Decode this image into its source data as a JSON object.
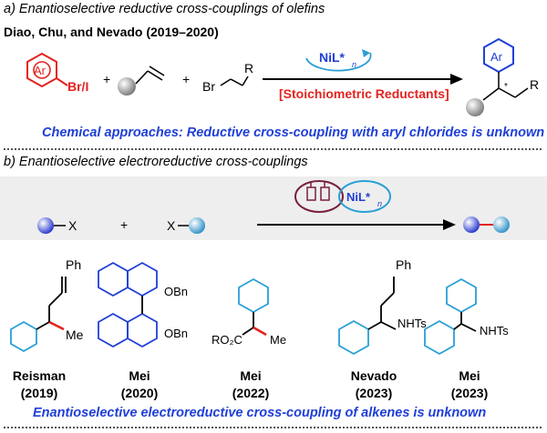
{
  "section_a": {
    "title": "a) Enantioselective reductive cross-couplings of olefins",
    "authors": "Diao, Chu, and Nevado (2019–2020)",
    "catalyst": "NiL*n",
    "reductant": "[Stoichiometric Reductants]",
    "aryl_label": "Ar",
    "halide_label": "Br/I",
    "alkyl_label": "Br",
    "r_label": "R",
    "note": "Chemical approaches: Reductive cross-coupling with aryl chlorides is unknown"
  },
  "section_b": {
    "title": "b) Enantioselective electroreductive cross-couplings",
    "catalyst": "NiL*n",
    "x_label": "X",
    "examples": [
      {
        "name": "Reisman",
        "year": "(2019)"
      },
      {
        "name": "Mei",
        "year": "(2020)"
      },
      {
        "name": "Mei",
        "year": "(2022)"
      },
      {
        "name": "Nevado",
        "year": "(2023)"
      },
      {
        "name": "Mei",
        "year": "(2023)"
      }
    ],
    "note": "Enantioselective electroreductive cross-coupling of alkenes is unknown"
  },
  "colors": {
    "red": "#e3231f",
    "blue": "#1f3fd6",
    "cyan": "#2a9fd6",
    "purple": "#7a1f3d",
    "panel": "#eeeeee"
  }
}
